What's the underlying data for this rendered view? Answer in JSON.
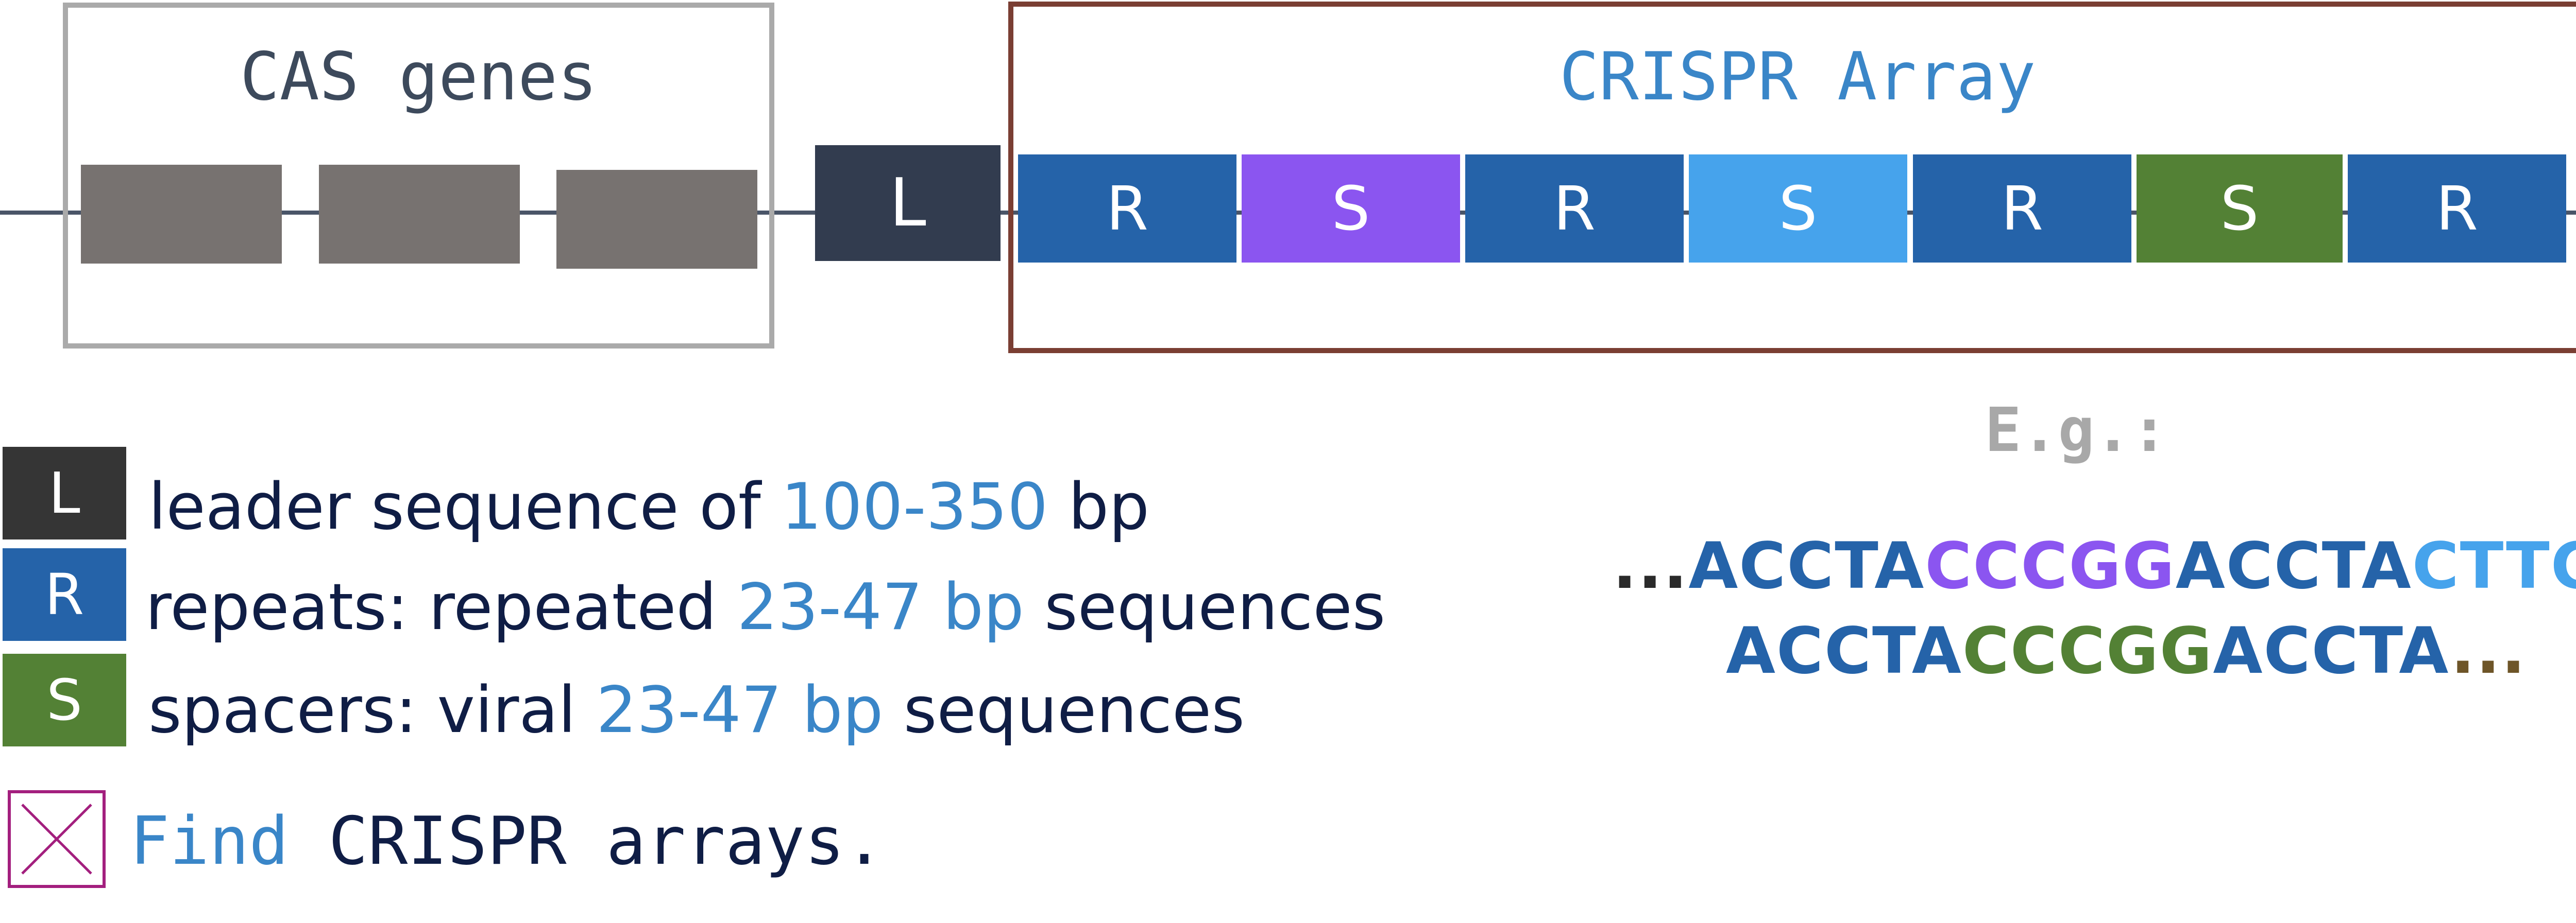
{
  "cas_section": {
    "title": "CAS genes"
  },
  "leader": {
    "label": "L"
  },
  "crispr_array": {
    "title": "CRISPR Array",
    "segments": [
      {
        "label": "R",
        "color": "#2563a9"
      },
      {
        "label": "S",
        "color": "#8b55f0"
      },
      {
        "label": "R",
        "color": "#2563a9"
      },
      {
        "label": "S",
        "color": "#46a3ec"
      },
      {
        "label": "R",
        "color": "#2563a9"
      },
      {
        "label": "S",
        "color": "#538135"
      },
      {
        "label": "R",
        "color": "#2563a9"
      }
    ]
  },
  "legend": {
    "leader": {
      "symbol": "L",
      "color": "#353535",
      "text_before": "leader sequence of ",
      "highlight": "100-350",
      "text_after": " bp"
    },
    "repeats": {
      "symbol": "R",
      "color": "#2563a9",
      "text_before": "repeats: repeated ",
      "highlight": "23-47 bp",
      "text_after": " sequences"
    },
    "spacers": {
      "symbol": "S",
      "color": "#538135",
      "text_before": "spacers: viral ",
      "highlight": "23-47 bp",
      "text_after": " sequences"
    }
  },
  "example": {
    "label": "E.g.:",
    "line1": [
      {
        "text": "...",
        "color": "#2a2a2a"
      },
      {
        "text": "ACCTA",
        "color": "#2563a9"
      },
      {
        "text": "CCCGG",
        "color": "#8b55f0"
      },
      {
        "text": "ACCTA",
        "color": "#2563a9"
      },
      {
        "text": "CTTCG",
        "color": "#46a3ec"
      }
    ],
    "line2": [
      {
        "text": "ACCTA",
        "color": "#2563a9"
      },
      {
        "text": "CCCGG",
        "color": "#538135"
      },
      {
        "text": "ACCTA",
        "color": "#2563a9"
      },
      {
        "text": "...",
        "color": "#6e5528"
      }
    ]
  },
  "task": {
    "verb": "Find",
    "rest": " CRISPR arrays."
  },
  "colors": {
    "cas_box_border": "#aaaaaa",
    "crispr_box_border": "#7a3e33",
    "gene_block": "#777270",
    "leader_block": "#323c4f",
    "backbone": "#4a5568",
    "highlight_text": "#3a86c8",
    "body_text": "#0f1d45",
    "task_box_border": "#a31f7e"
  }
}
